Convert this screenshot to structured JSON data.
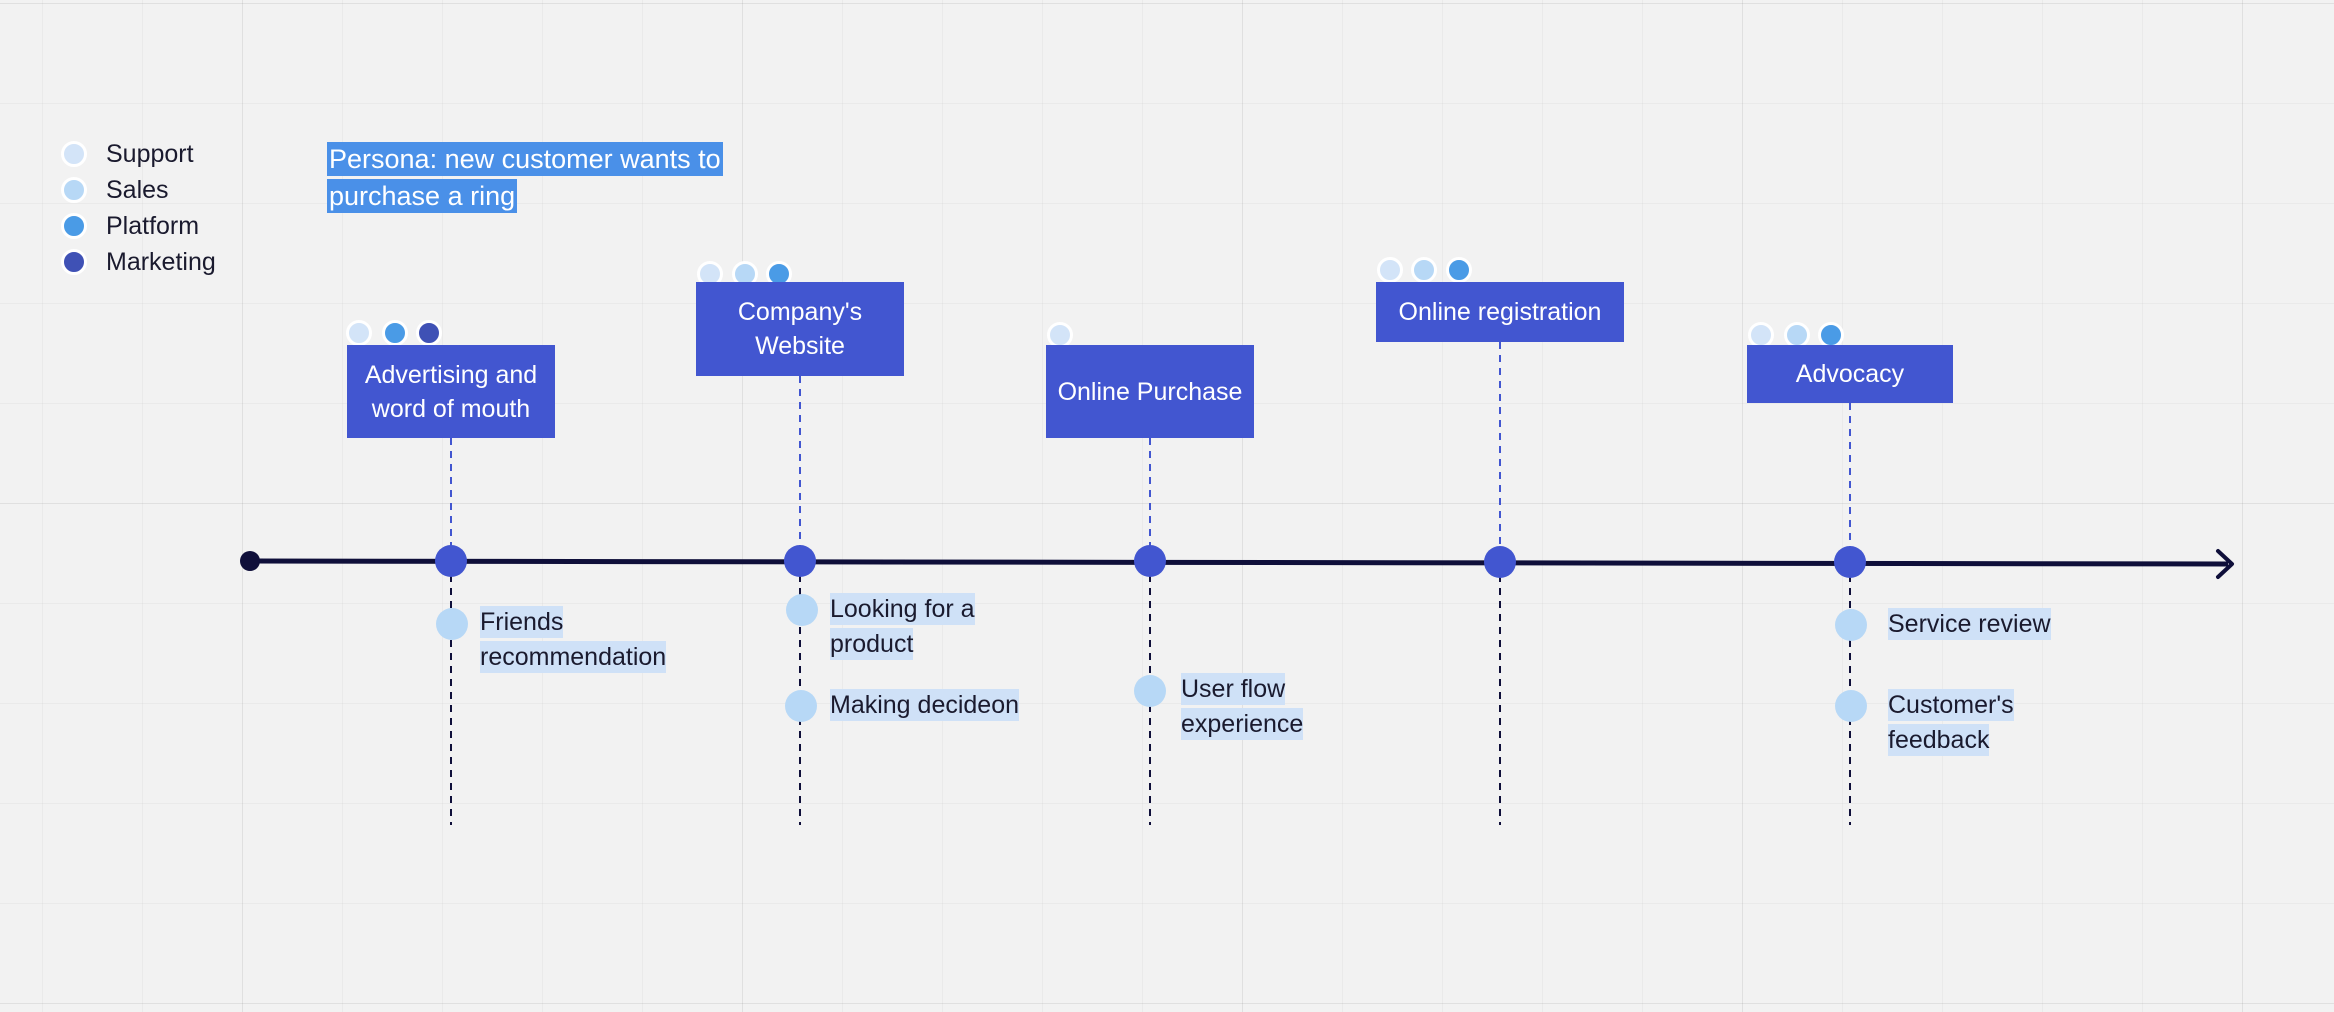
{
  "legend": [
    {
      "label": "Support",
      "color": "#d3e4f8"
    },
    {
      "label": "Sales",
      "color": "#b7d8f6"
    },
    {
      "label": "Platform",
      "color": "#4a9be6"
    },
    {
      "label": "Marketing",
      "color": "#3f51b5"
    }
  ],
  "persona": "Persona: new customer wants to purchase a ring",
  "stages": [
    {
      "label": "Advertising and word of mouth",
      "tags": [
        "support",
        "platform",
        "marketing"
      ]
    },
    {
      "label": "Company's Website",
      "tags": [
        "support",
        "sales",
        "platform"
      ]
    },
    {
      "label": "Online Purchase",
      "tags": [
        "support"
      ]
    },
    {
      "label": "Online registration",
      "tags": [
        "support",
        "sales",
        "platform"
      ]
    },
    {
      "label": "Advocacy",
      "tags": [
        "support",
        "sales",
        "platform"
      ]
    }
  ],
  "notes": [
    {
      "label": "Friends recommendation"
    },
    {
      "label": "Looking for a product"
    },
    {
      "label": "Making decideon"
    },
    {
      "label": "User flow experience"
    },
    {
      "label": "Service review"
    },
    {
      "label": "Customer's feedback"
    }
  ],
  "colors": {
    "stage_box": "#4256d0",
    "timeline": "#0f0f3a",
    "milestone": "#4256d0",
    "note_dot": "#b7d8f6",
    "note_highlight": "#cfe1f7",
    "persona_highlight": "#4a90e8"
  }
}
